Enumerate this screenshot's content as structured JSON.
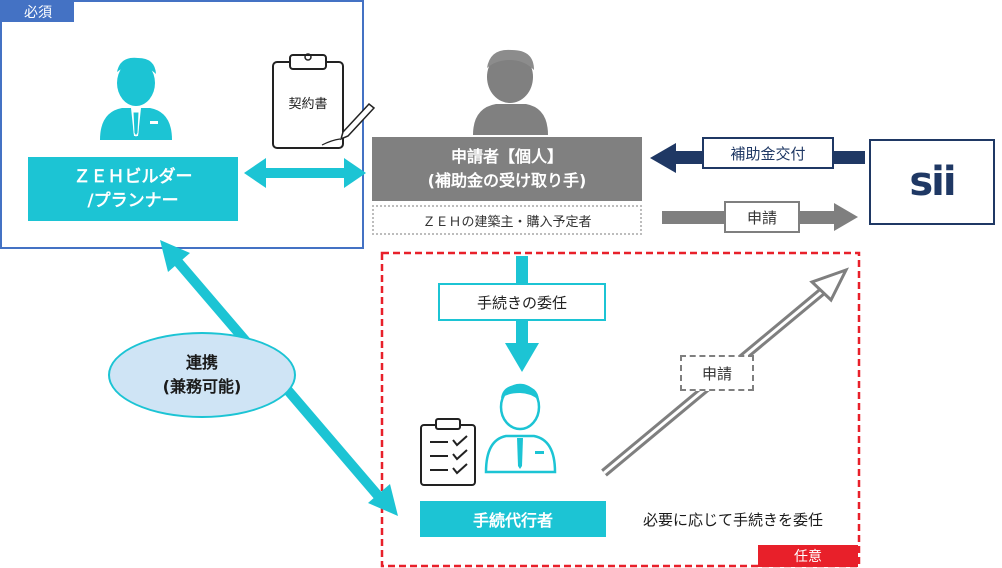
{
  "required_tag": "必須",
  "optional_tag": "任意",
  "builder": {
    "line1": "ＺＥＨビルダー",
    "line2": "/プランナー"
  },
  "contract_label": "契約書",
  "applicant": {
    "line1": "申請者【個人】",
    "line2": "(補助金の受け取り手)"
  },
  "applicant_sub": "ＺＥＨの建築主・購入予定者",
  "subsidy_label": "補助金交付",
  "apply_label": "申請",
  "apply_label_dashed": "申請",
  "delegate_label": "手続きの委任",
  "cooperation": {
    "line1": "連携",
    "line2": "(兼務可能)"
  },
  "agent_label": "手続代行者",
  "delegate_note": "必要に応じて手続きを委任",
  "sii_logo": "sii",
  "colors": {
    "cyan": "#1cc4d4",
    "dark_gray": "#7a7a7a",
    "navy": "#1f3864",
    "blue_border": "#4472c4",
    "red": "#e8202a",
    "gray_arrow": "#7f7f7f"
  },
  "icons": [
    "person-cyan-icon",
    "person-gray-icon",
    "clipboard-pen-icon",
    "checklist-icon"
  ]
}
